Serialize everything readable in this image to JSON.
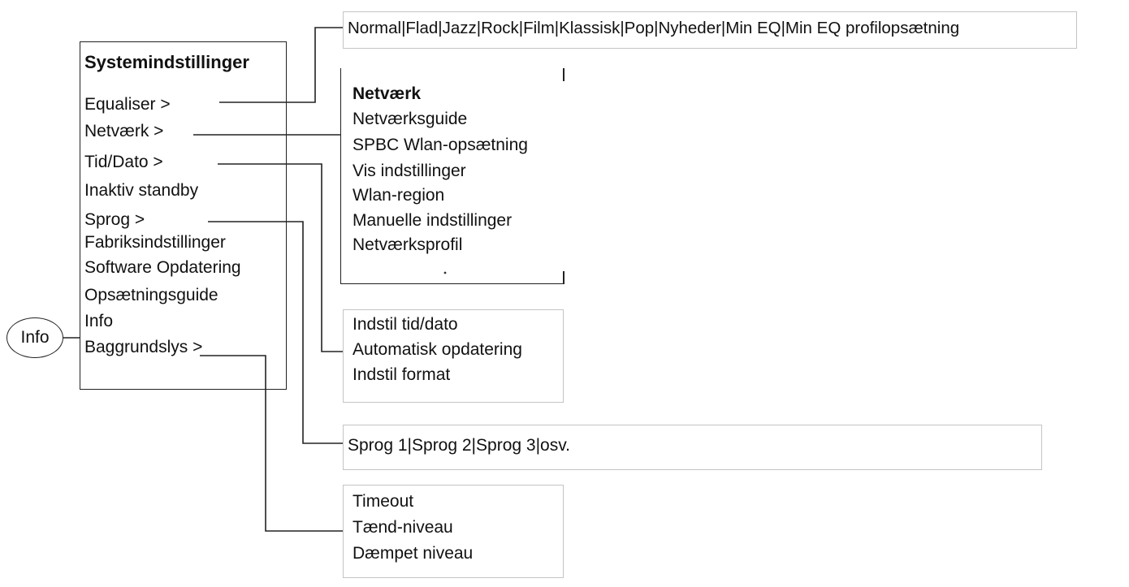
{
  "main_menu": {
    "title": "Systemindstillinger",
    "items": [
      "Equaliser >",
      "Netværk >",
      "Tid/Dato >",
      "Inaktiv standby",
      "Sprog >",
      "Fabriksindstillinger",
      "Software Opdatering",
      "Opsætningsguide",
      "Info",
      "Baggrundslys >"
    ]
  },
  "info_button": {
    "label": "Info"
  },
  "equaliser_menu": {
    "items": "Normal|Flad|Jazz|Rock|Film|Klassisk|Pop|Nyheder|Min EQ|Min EQ profilopsætning"
  },
  "network_menu": {
    "title": "Netværk",
    "items": [
      "Netværksguide",
      "SPBC Wlan-opsætning",
      "Vis indstillinger",
      "Wlan-region",
      "Manuelle indstillinger",
      "Netværksprofil"
    ]
  },
  "time_menu": {
    "items": [
      "Indstil tid/dato",
      "Automatisk opdatering",
      "Indstil format"
    ]
  },
  "language_menu": {
    "items": "Sprog 1|Sprog 2|Sprog 3|osv."
  },
  "backlight_menu": {
    "items": [
      "Timeout",
      "Tænd-niveau",
      "Dæmpet niveau"
    ]
  }
}
